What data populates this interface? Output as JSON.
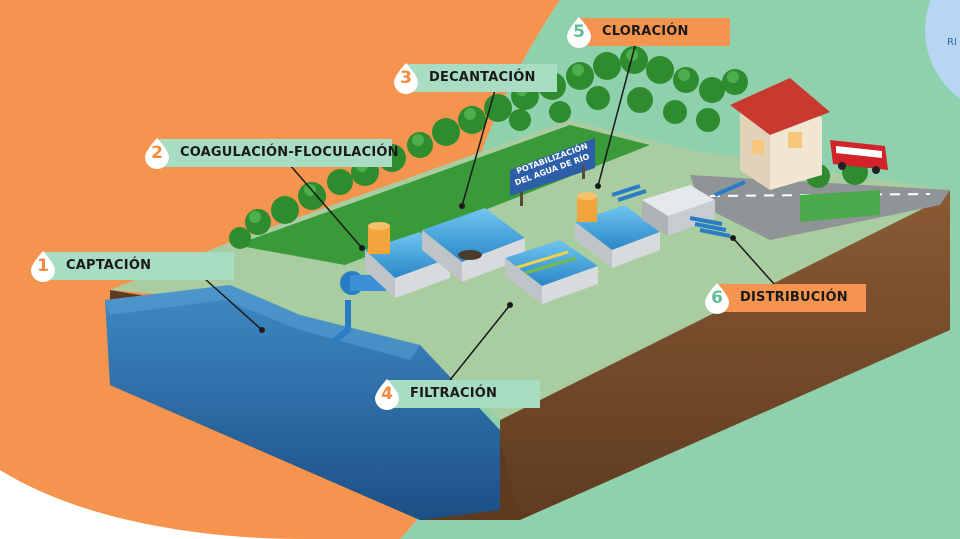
{
  "steps": [
    {
      "number": "1",
      "label": "CAPTACIÓN"
    },
    {
      "number": "2",
      "label": "COAGULACIÓN-FLOCULACIÓN"
    },
    {
      "number": "3",
      "label": "DECANTACIÓN"
    },
    {
      "number": "4",
      "label": "FILTRACIÓN"
    },
    {
      "number": "5",
      "label": "CLORACIÓN"
    },
    {
      "number": "6",
      "label": "DISTRIBUCIÓN"
    }
  ],
  "sign": {
    "line1": "POTABILIZACIÓN",
    "line2": "DEL AGUA DE RÍO"
  },
  "corner_fragment": "RI",
  "colors": {
    "orange": "#f4944f",
    "mint": "#8fd0ad",
    "label_green": "#a8dcc3",
    "water": "#2f76b4",
    "soil": "#7a4f2e",
    "grass": "#3a9a3a",
    "plaza": "#a9cda0"
  }
}
